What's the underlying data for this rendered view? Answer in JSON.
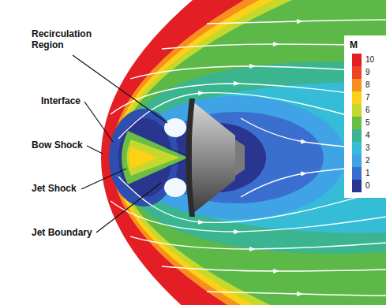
{
  "diagram": {
    "labels": [
      "Recirculation Region",
      "Interface",
      "Bow Shock",
      "Jet Shock",
      "Jet Boundary",
      "M"
    ],
    "legend": [
      {
        "text": "10",
        "color": "#e31e24"
      },
      {
        "text": "9",
        "color": "#ef4123"
      },
      {
        "text": "8",
        "color": "#f7901e"
      },
      {
        "text": "7",
        "color": "#fcd116"
      },
      {
        "text": "6",
        "color": "#c4d82e"
      },
      {
        "text": "5",
        "color": "#6abd45"
      },
      {
        "text": "4",
        "color": "#3bb58f"
      },
      {
        "text": "3",
        "color": "#35bcd6"
      },
      {
        "text": "2",
        "color": "#3fa3e6"
      },
      {
        "text": "1",
        "color": "#3a6fcf"
      },
      {
        "text": "0",
        "color": "#2a3590"
      }
    ]
  }
}
